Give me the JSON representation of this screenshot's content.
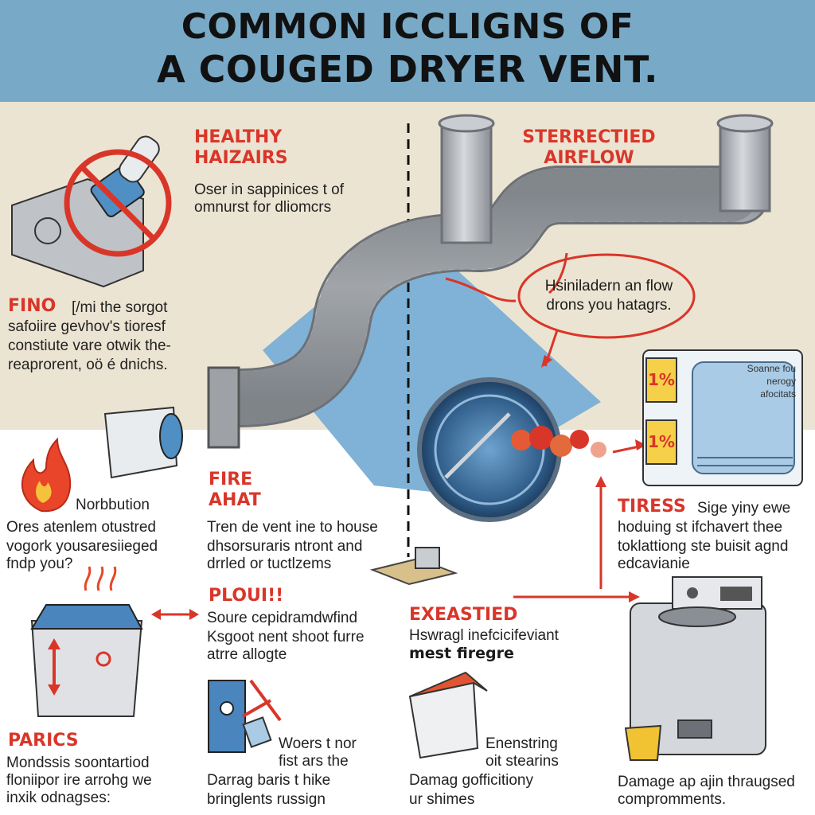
{
  "header": {
    "title_line1": "COMMON ICCLIGNS OF",
    "title_line2": "A COUGED DRYER VENT."
  },
  "colors": {
    "banner": "#78aac8",
    "beige_panel": "#ece4d2",
    "accent_red": "#d9362a",
    "duct_gray": "#a9adb2",
    "blue_shape": "#7fb2d6"
  },
  "sections": {
    "healthy": {
      "heading": "HEALTHY HAIZAIRS",
      "heading_line1": "HEALTHY",
      "heading_line2": "HAIZAIRS",
      "line1": "Oser in sappinices t of",
      "line2": "omnurst for dliomcrs"
    },
    "restricted": {
      "heading_line1": "STERRECTIED",
      "heading_line2": "AIRFLOW"
    },
    "bubble": {
      "line1": "Hsiniladern an flow",
      "line2": "drons you hatagrs."
    },
    "fino": {
      "heading": "FINO",
      "line1": "[/mi the sorgot",
      "line2": "safoiire gevhov's tioresf",
      "line3": "constiute vare otwik the-",
      "line4": "reaprorent, oö é dnichs."
    },
    "appliance_box": {
      "line1": "Soanne fou",
      "line2": "nerogy",
      "line3": "afocitats",
      "badge": "1%"
    },
    "noburtion": {
      "label": "Norbbution",
      "line1": "Ores atenlem otustred",
      "line2": "vogork yousaresiieged",
      "line3": "fndp you?"
    },
    "fire": {
      "heading_line1": "FIRE",
      "heading_line2": "AHAT",
      "line1": "Tren de vent ine to house",
      "line2": "dhsorsuraris ntront and",
      "line3": "drrled or tuctlzems"
    },
    "tiress": {
      "heading": "TIRESS",
      "line1": "Sige yiny ewe",
      "line2": "hoduing st ifchavert thee",
      "line3": "toklattiong ste buisit agnd",
      "line4": "edcavianie"
    },
    "ploui": {
      "heading": "PLOUI!!",
      "line1": "Soure cepidramdwfind",
      "line2": "Ksgoot nent shoot furre",
      "line3": "atrre allogte"
    },
    "exhausted": {
      "heading": "EXEASTIED",
      "line1": "Hswragl inefcicifeviant",
      "line2": "mest firegre"
    },
    "parics": {
      "heading": "PARICS",
      "line1": "Mondssis soontartiod",
      "line2": "floniipor ire arrohg we",
      "line3": "inxik odnagses:"
    },
    "woers": {
      "line1": "Woers t nor",
      "line2": "fist ars the",
      "line3": "Darrag baris t hike",
      "line4": "bringlents russign"
    },
    "enensting": {
      "line1": "Enenstring",
      "line2": "oit stearins",
      "line3": "Damag gofficitiony",
      "line4": "ur shimes"
    },
    "damage": {
      "line1": "Damage ap ajin thraugsed",
      "line2": "compromments."
    }
  }
}
